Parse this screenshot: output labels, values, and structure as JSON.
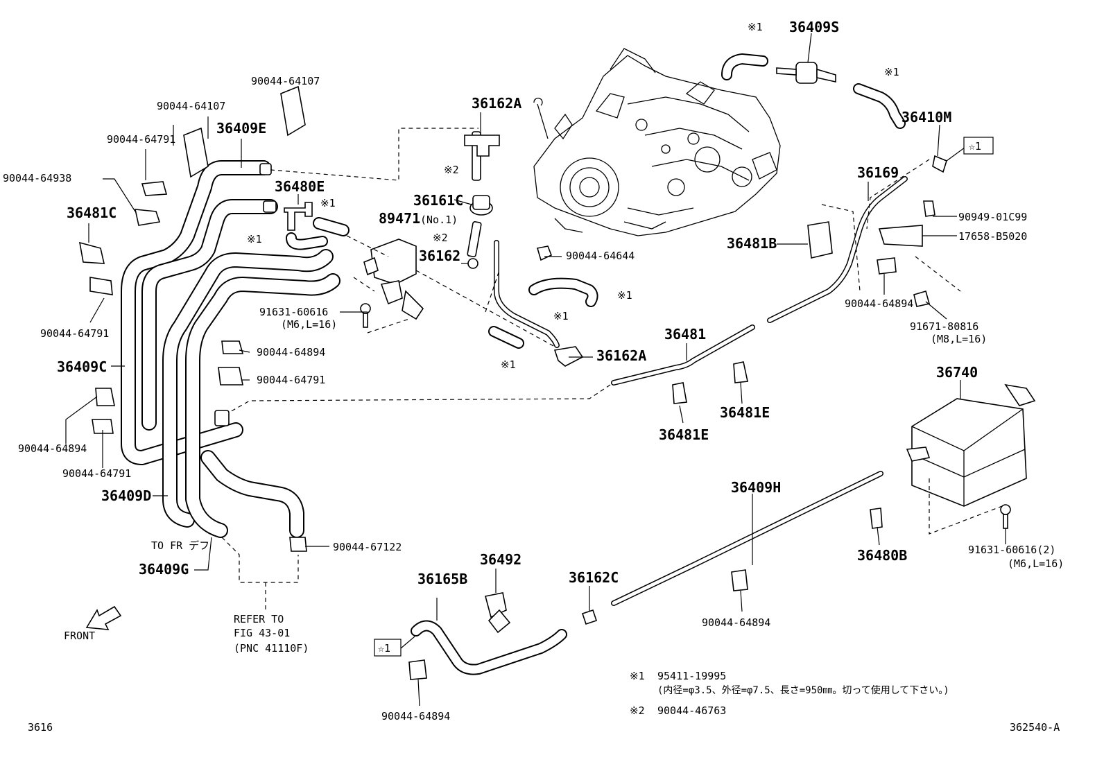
{
  "labels": {
    "p36409S": "36409S",
    "p36410M": "36410M",
    "p36169": "36169",
    "p90949_01C99": "90949-01C99",
    "p17658_B5020": "17658-B5020",
    "p36481B": "36481B",
    "p90044_64894_a": "90044-64894",
    "p91671_80816": "91671-80816",
    "p91671_spec": "(M8,L=16)",
    "p36740": "36740",
    "p36481": "36481",
    "p36481E_a": "36481E",
    "p36481E_b": "36481E",
    "p36162A_top": "36162A",
    "p36162A_bot": "36162A",
    "p36161C": "36161C",
    "p89471": "89471",
    "p89471_no": "(No.1)",
    "p36162": "36162",
    "p90044_64644": "90044-64644",
    "p36480E": "36480E",
    "p90044_64107_a": "90044-64107",
    "p90044_64107_b": "90044-64107",
    "p90044_64791_a": "90044-64791",
    "p36409E": "36409E",
    "p90044_64938": "90044-64938",
    "p36481C": "36481C",
    "p90044_64791_b": "90044-64791",
    "p36409C": "36409C",
    "p91631_60616": "91631-60616",
    "p91631_spec": "(M6,L=16)",
    "p90044_64894_b": "90044-64894",
    "p90044_64791_c": "90044-64791",
    "p90044_64894_c": "90044-64894",
    "p90044_64791_d": "90044-64791",
    "p36409D": "36409D",
    "p36409G": "36409G",
    "to_fr": "TO FR デフ",
    "p90044_67122": "90044-67122",
    "refer1": "REFER TO",
    "refer2": "FIG 43-01",
    "refer3": "(PNC 41110F)",
    "front": "FRONT",
    "p36409H": "36409H",
    "p36480B": "36480B",
    "p91631_60616_2": "91631-60616(2)",
    "p91631_2_spec": "(M6,L=16)",
    "p36492": "36492",
    "p36165B": "36165B",
    "p36162C": "36162C",
    "p90044_64894_d": "90044-64894",
    "p90044_64894_e": "90044-64894",
    "star1_a": "☆1",
    "star1_b": "☆1",
    "k1": "※1",
    "k2": "※2",
    "note1_mark": "※1",
    "note1_pn": "95411-19995",
    "note1_text": "(内径=φ3.5、外径=φ7.5、長さ=950㎜。切って使用して下さい。)",
    "note2_mark": "※2",
    "note2_pn": "90044-46763",
    "page_left": "3616",
    "page_right": "362540-A"
  }
}
